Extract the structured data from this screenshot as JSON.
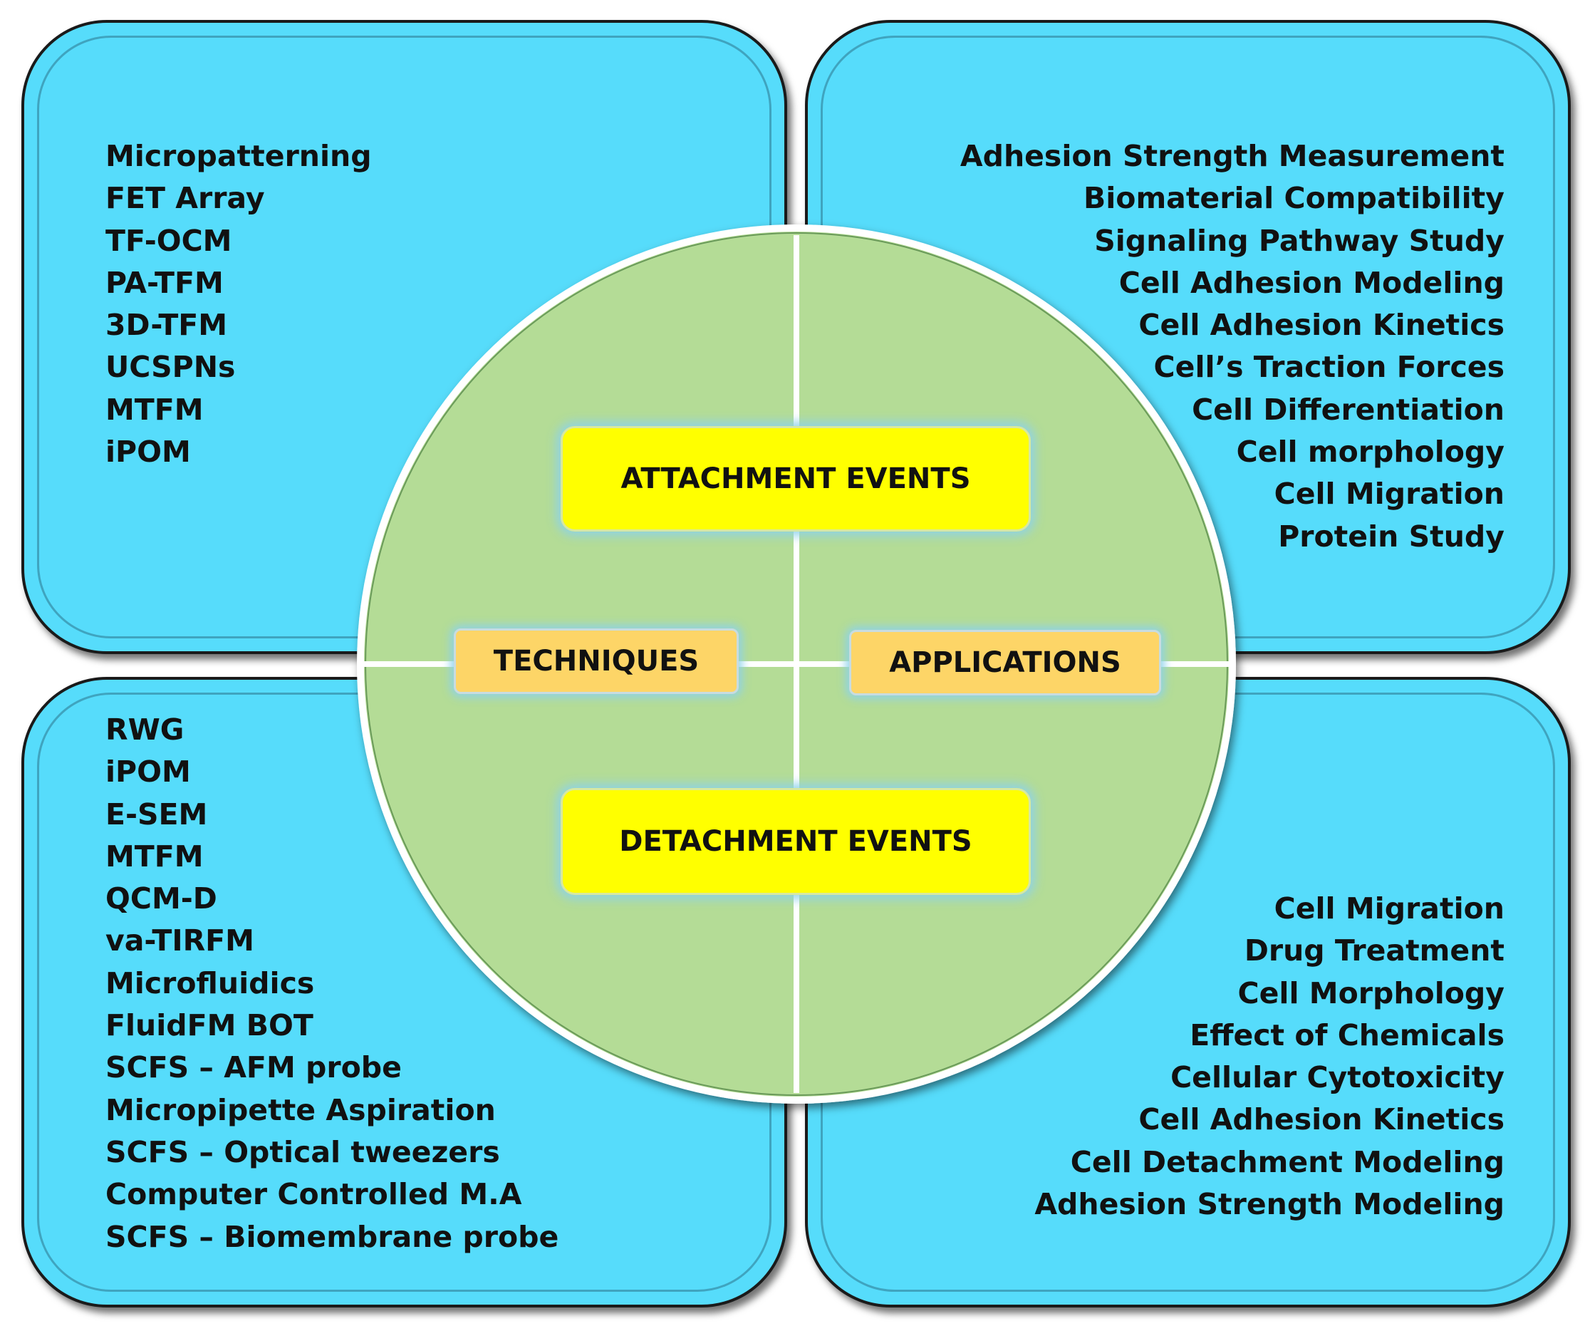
{
  "techniques_attachment": [
    "Micropatterning",
    "FET Array",
    "TF-OCM",
    "PA-TFM",
    "3D-TFM",
    "UCSPNs",
    "MTFM",
    "iPOM"
  ],
  "applications_attachment": [
    "Adhesion Strength Measurement",
    "Biomaterial Compatibility",
    "Signaling Pathway Study",
    "Cell Adhesion Modeling",
    "Cell Adhesion Kinetics",
    "Cell’s Traction Forces",
    "Cell Differentiation",
    "Cell morphology",
    "Cell Migration",
    "Protein Study"
  ],
  "techniques_detachment": [
    "RWG",
    "iPOM",
    "E-SEM",
    "MTFM",
    "QCM-D",
    "va-TIRFM",
    "Microfluidics",
    "FluidFM BOT",
    "SCFS – AFM probe",
    "Micropipette Aspiration",
    "SCFS – Optical tweezers",
    "Computer Controlled M.A",
    "SCFS – Biomembrane probe"
  ],
  "applications_detachment": [
    "Cell Migration",
    "Drug Treatment",
    "Cell Morphology",
    "Effect of Chemicals",
    "Cellular Cytotoxicity",
    "Cell Adhesion Kinetics",
    "Cell Detachment Modeling",
    "Adhesion Strength Modeling"
  ],
  "center": {
    "attachment": "ATTACHMENT EVENTS",
    "detachment": "DETACHMENT EVENTS",
    "techniques": "TECHNIQUES",
    "applications": "APPLICATIONS"
  },
  "colors": {
    "panel": "#56dcfb",
    "circle": "#b4dc96",
    "event_box": "#ffff00",
    "category_box": "#fdd567"
  }
}
